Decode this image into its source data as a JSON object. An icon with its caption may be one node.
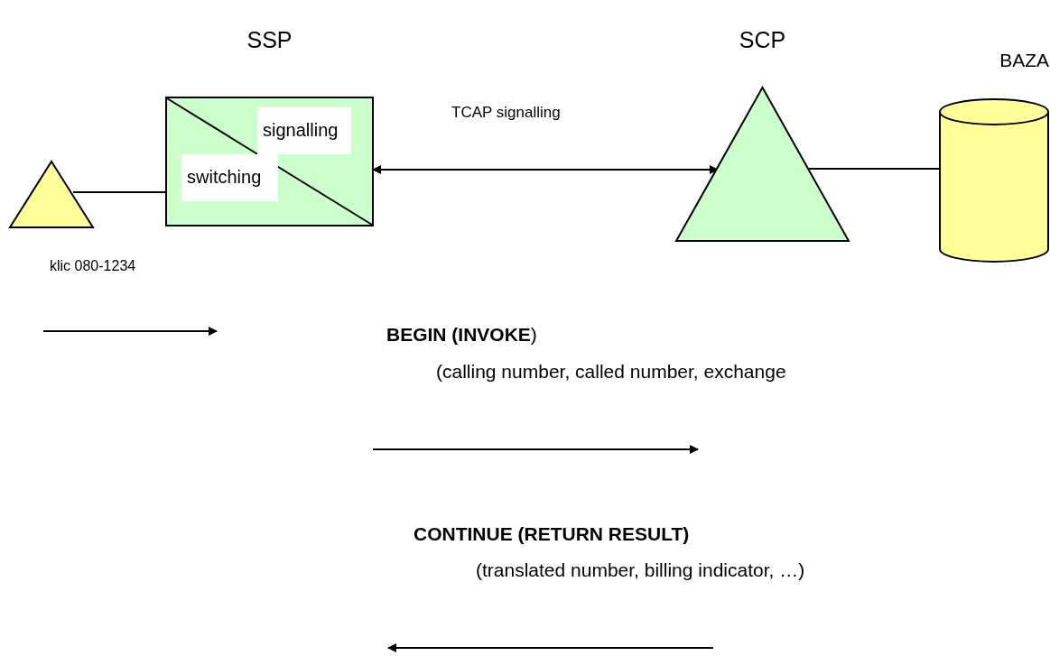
{
  "diagram": {
    "nodes": [
      {
        "text": [],
        "shape": "triangle"
      },
      {
        "text": [
          "SSP"
        ]
      },
      {
        "text": [
          "signalling"
        ],
        "in": 1
      },
      {
        "text": [
          "switching"
        ],
        "in": 1
      },
      {
        "text": [
          "SCP"
        ]
      },
      {
        "text": [
          "BAZA"
        ]
      }
    ],
    "edges": [
      {
        "from": 0,
        "to": 1,
        "arrow": "none"
      },
      {
        "from": 1,
        "to": 4,
        "arrow": "both",
        "label": "TCAP signalling"
      },
      {
        "from": 4,
        "to": 5,
        "arrow": "none"
      }
    ],
    "labels": [
      "klic 080-1234",
      "**BEGIN (INVOKE**)",
      "(calling number, called number, exchange",
      "CONTINUE (RETURN RESULT)",
      "(translated number, billing indicator, …)"
    ]
  }
}
